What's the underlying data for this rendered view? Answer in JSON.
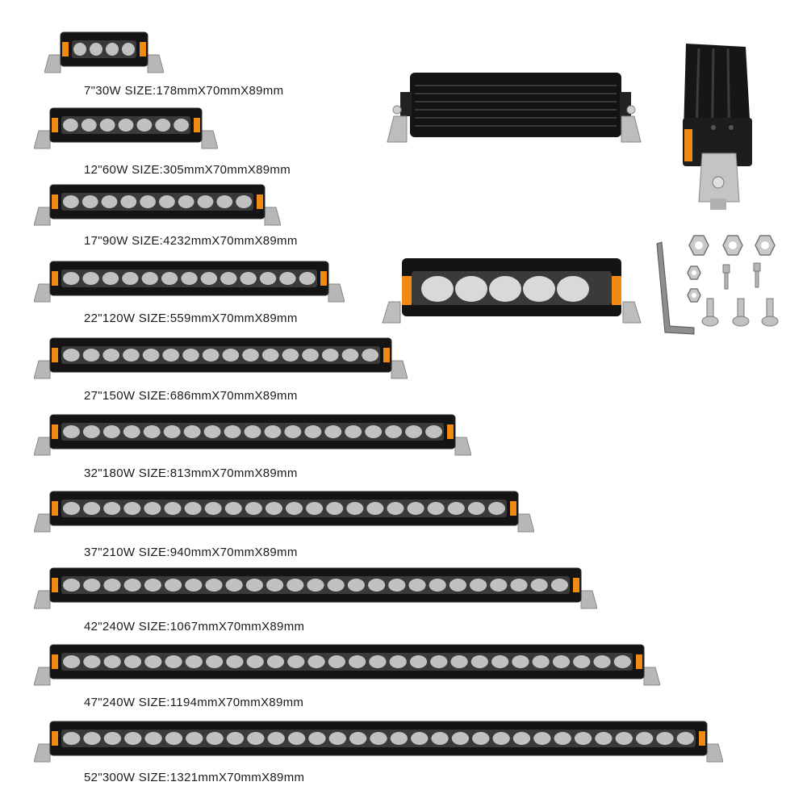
{
  "products": [
    {
      "label": "7\"30W SIZE:178mmX70mmX89mm",
      "leds": 4
    },
    {
      "label": "12\"60W SIZE:305mmX70mmX89mm",
      "leds": 7
    },
    {
      "label": "17\"90W SIZE:4232mmX70mmX89mm",
      "leds": 10
    },
    {
      "label": "22\"120W SIZE:559mmX70mmX89mm",
      "leds": 13
    },
    {
      "label": "27\"150W SIZE:686mmX70mmX89mm",
      "leds": 16
    },
    {
      "label": "32\"180W SIZE:813mmX70mmX89mm",
      "leds": 19
    },
    {
      "label": "37\"210W SIZE:940mmX70mmX89mm",
      "leds": 22
    },
    {
      "label": "42\"240W SIZE:1067mmX70mmX89mm",
      "leds": 25
    },
    {
      "label": "47\"240W SIZE:1194mmX70mmX89mm",
      "leds": 28
    },
    {
      "label": "52\"300W SIZE:1321mmX70mmX89mm",
      "leds": 31
    }
  ],
  "colors": {
    "housing": "#141414",
    "housing_edge": "#2b2b2b",
    "lens": "#3a3a3a",
    "led": "#d9d9d9",
    "amber": "#f08a12",
    "bracket": "#b7b7b7",
    "label": "#1a1a1a"
  }
}
